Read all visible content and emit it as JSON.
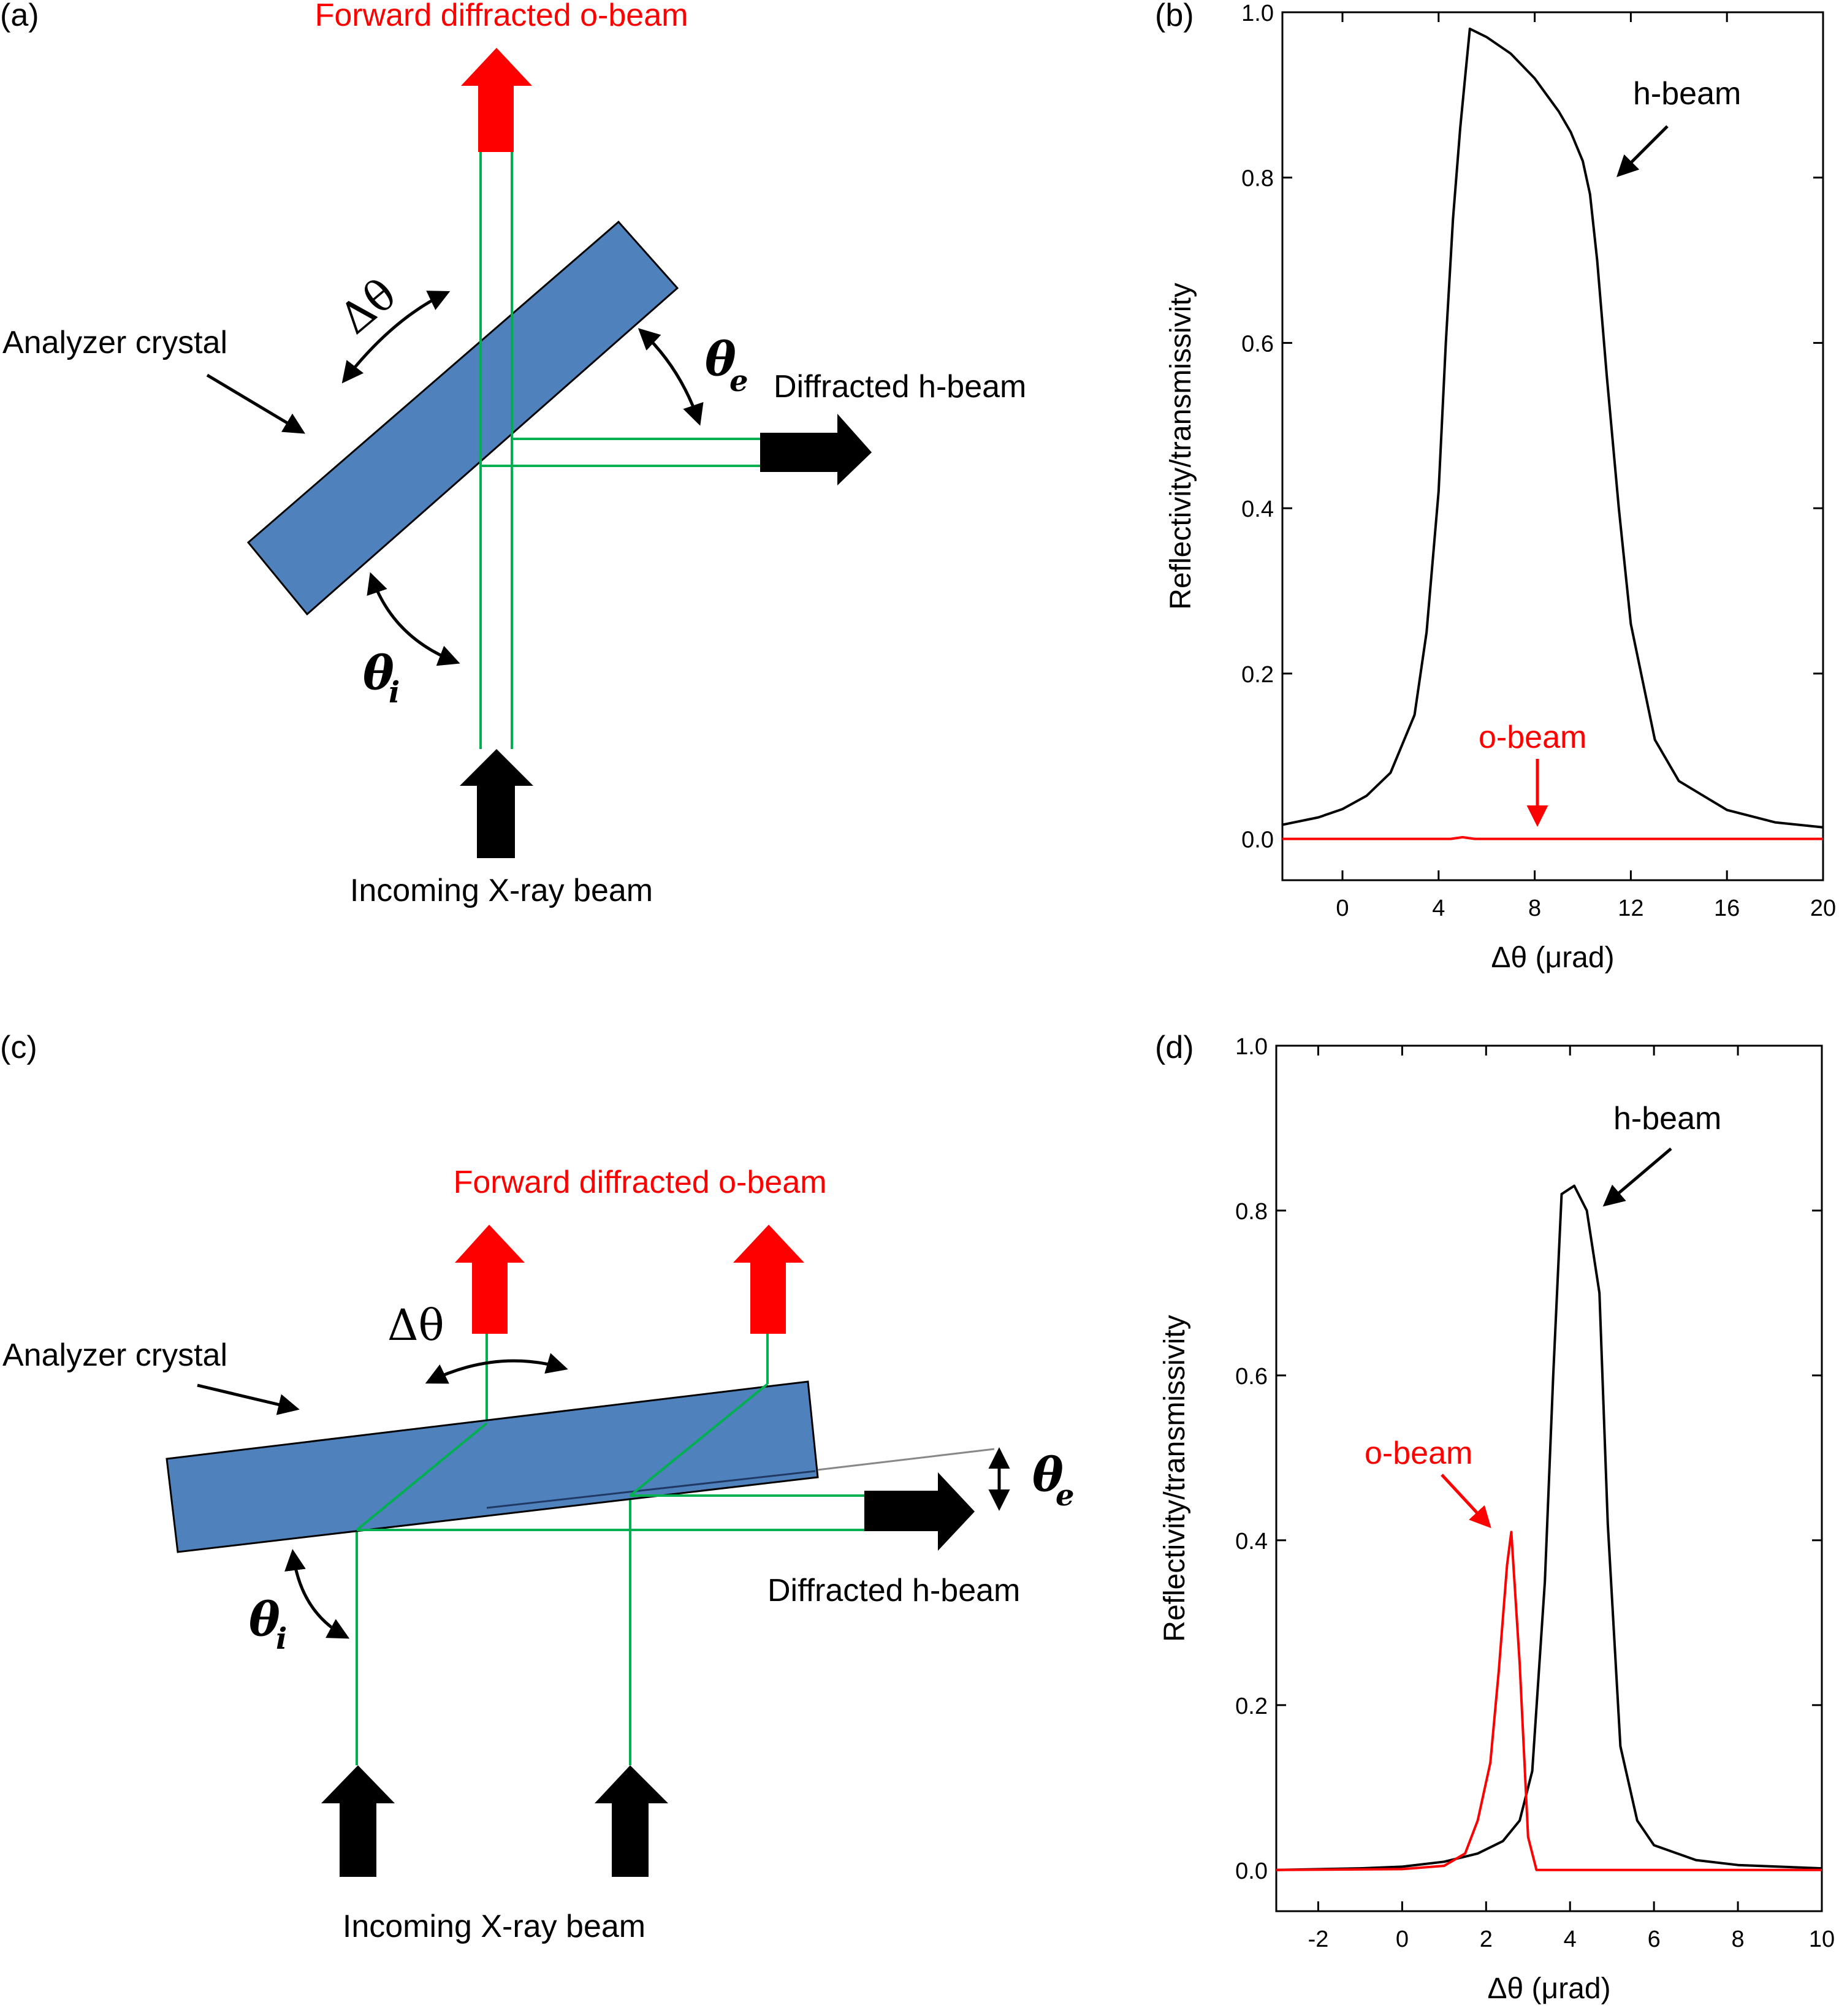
{
  "panels": {
    "a": {
      "tag": "(a)",
      "forward_beam": "Forward diffracted o-beam",
      "crystal": "Analyzer crystal",
      "delta_theta": "Δθ",
      "theta": "θ",
      "sub_e": "e",
      "sub_i": "i",
      "diffracted_beam": "Diffracted h-beam",
      "incoming_beam": "Incoming X-ray beam"
    },
    "c": {
      "tag": "(c)",
      "forward_beam": "Forward diffracted o-beam",
      "crystal": "Analyzer crystal",
      "delta_theta": "Δθ",
      "theta": "θ",
      "sub_e": "e",
      "sub_i": "i",
      "diffracted_beam": "Diffracted h-beam",
      "incoming_beam": "Incoming X-ray beam"
    },
    "b": {
      "tag": "(b)",
      "h_label": "h-beam",
      "o_label": "o-beam"
    },
    "d": {
      "tag": "(d)",
      "h_label": "h-beam",
      "o_label": "o-beam"
    }
  },
  "colors": {
    "h_beam": "#000000",
    "o_beam": "#ff0000",
    "crystal": "#4f81bd",
    "beam_path": "#00b050"
  },
  "chart_data": [
    {
      "id": "b",
      "type": "line",
      "xlabel": "Δθ (μrad)",
      "ylabel": "Reflectivity/transmissivity",
      "xlim": [
        -2.5,
        20
      ],
      "ylim": [
        -0.05,
        1.0
      ],
      "xticks": [
        0,
        4,
        8,
        12,
        16,
        20
      ],
      "yticks": [
        0.0,
        0.2,
        0.4,
        0.6,
        0.8,
        1.0
      ],
      "series": [
        {
          "name": "h-beam",
          "color": "#000000",
          "x": [
            -2.5,
            -1,
            0,
            1,
            2,
            3,
            3.5,
            4,
            4.3,
            4.6,
            4.9,
            5.1,
            5.3,
            6,
            7,
            8,
            9,
            9.5,
            10,
            10.3,
            10.6,
            11,
            11.5,
            12,
            13,
            14,
            16,
            18,
            20
          ],
          "y": [
            0.017,
            0.026,
            0.036,
            0.052,
            0.08,
            0.15,
            0.25,
            0.42,
            0.6,
            0.75,
            0.86,
            0.92,
            0.98,
            0.97,
            0.95,
            0.92,
            0.88,
            0.855,
            0.82,
            0.78,
            0.7,
            0.56,
            0.4,
            0.26,
            0.12,
            0.07,
            0.035,
            0.02,
            0.014
          ]
        },
        {
          "name": "o-beam",
          "color": "#ff0000",
          "x": [
            -2.5,
            4.5,
            5,
            5.5,
            20
          ],
          "y": [
            0.0,
            0.0,
            0.002,
            0.0,
            0.0
          ]
        }
      ]
    },
    {
      "id": "d",
      "type": "line",
      "xlabel": "Δθ (μrad)",
      "ylabel": "Reflectivity/transmissivity",
      "xlim": [
        -3,
        10
      ],
      "ylim": [
        -0.05,
        1.0
      ],
      "xticks": [
        -2,
        0,
        2,
        4,
        6,
        8,
        10
      ],
      "yticks": [
        0.0,
        0.2,
        0.4,
        0.6,
        0.8,
        1.0
      ],
      "series": [
        {
          "name": "h-beam",
          "color": "#000000",
          "x": [
            -3,
            -1,
            0,
            1,
            1.8,
            2.4,
            2.8,
            3.1,
            3.4,
            3.6,
            3.8,
            4.1,
            4.4,
            4.7,
            4.9,
            5.2,
            5.6,
            6,
            7,
            8,
            10
          ],
          "y": [
            0.0,
            0.002,
            0.004,
            0.01,
            0.02,
            0.035,
            0.06,
            0.12,
            0.35,
            0.6,
            0.82,
            0.83,
            0.8,
            0.7,
            0.42,
            0.15,
            0.06,
            0.03,
            0.012,
            0.006,
            0.002
          ]
        },
        {
          "name": "o-beam",
          "color": "#ff0000",
          "x": [
            -3,
            0,
            1,
            1.5,
            1.8,
            2.1,
            2.3,
            2.5,
            2.6,
            2.8,
            3.0,
            3.2,
            10
          ],
          "y": [
            0.0,
            0.001,
            0.005,
            0.02,
            0.06,
            0.13,
            0.24,
            0.37,
            0.41,
            0.25,
            0.04,
            0.0,
            0.0
          ]
        }
      ]
    }
  ]
}
